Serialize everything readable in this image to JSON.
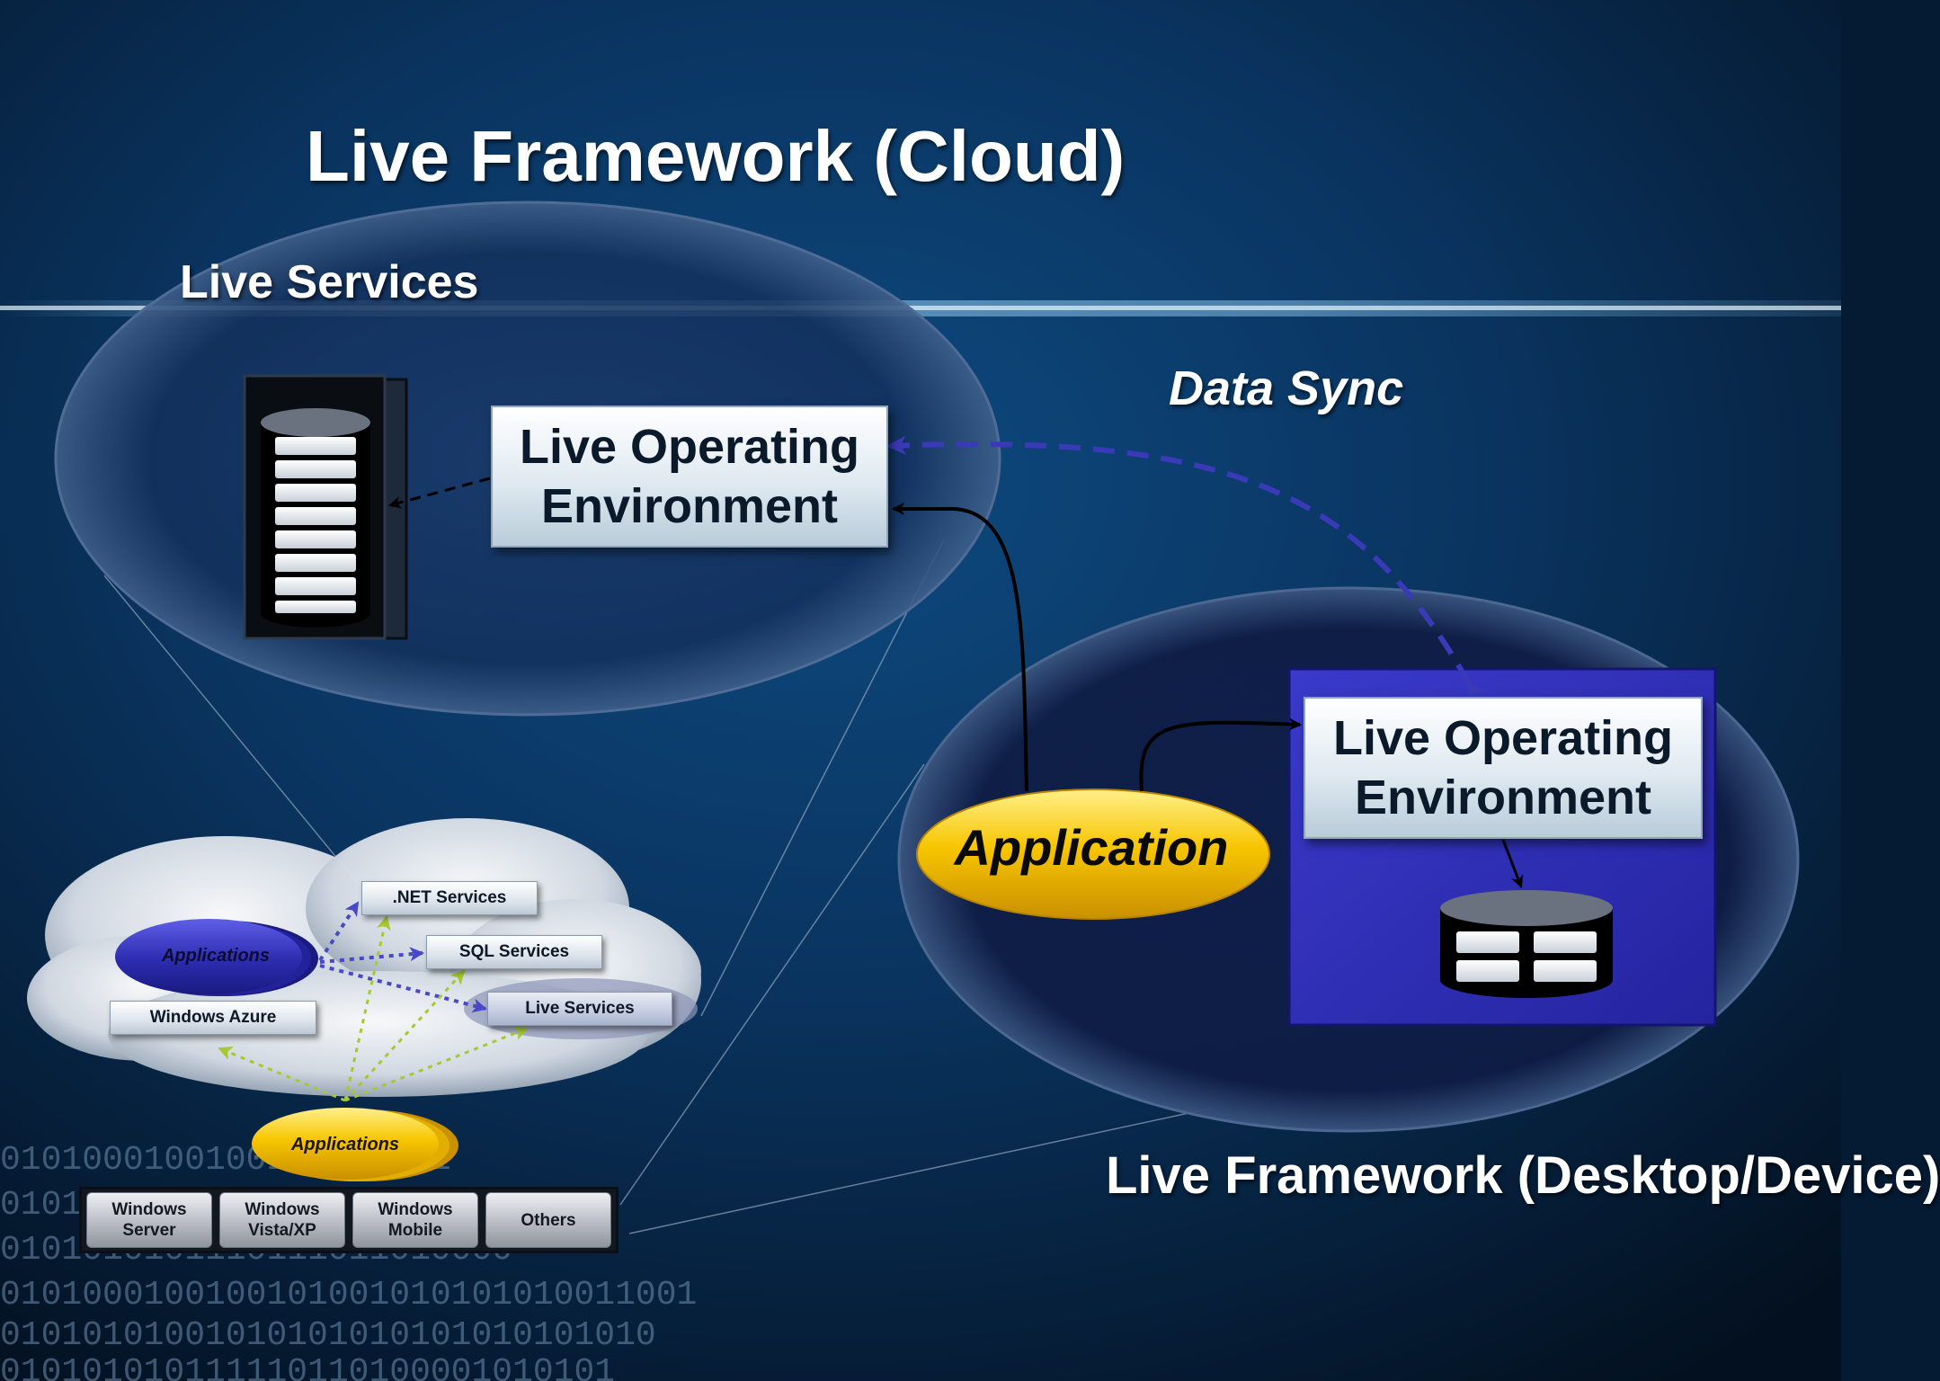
{
  "titles": {
    "main": "Live Framework (Cloud)",
    "live_services": "Live Services",
    "data_sync": "Data Sync",
    "desktop_device": "Live Framework (Desktop/Device)"
  },
  "cloud_environment": {
    "label": "Live Operating Environment"
  },
  "desktop_environment": {
    "label": "Live Operating Environment"
  },
  "application": {
    "label": "Application"
  },
  "cloud_services": {
    "net_services": ".NET Services",
    "sql_services": "SQL Services",
    "live_services": "Live Services",
    "windows_azure": "Windows Azure",
    "applications_cloud": "Applications",
    "applications_client": "Applications"
  },
  "platforms": {
    "windows_server": "Windows\nServer",
    "windows_vista_xp": "Windows\nVista/XP",
    "windows_mobile": "Windows\nMobile",
    "others": "Others"
  },
  "binary_text": [
    "0101000100100100100101",
    "01010110101001010101010101",
    "0101010101110111011010000",
    "0101000100100101001010101010011001",
    "01010101001010101010101010101010",
    "010101010111110110100001010101"
  ],
  "colors": {
    "background_dark": "#051a33",
    "background_mid": "#0b3a66",
    "desktop_panel": "#2f2fb3",
    "application_gold": "#f6c400",
    "applications_blue": "#2f2fb0",
    "sync_arrow": "#3a3ab8",
    "cloud_arrow_blue": "#4848c8",
    "cloud_arrow_green": "#a8c830"
  },
  "icons": {
    "cloud_store": "database-icon",
    "device_store": "database-icon"
  }
}
